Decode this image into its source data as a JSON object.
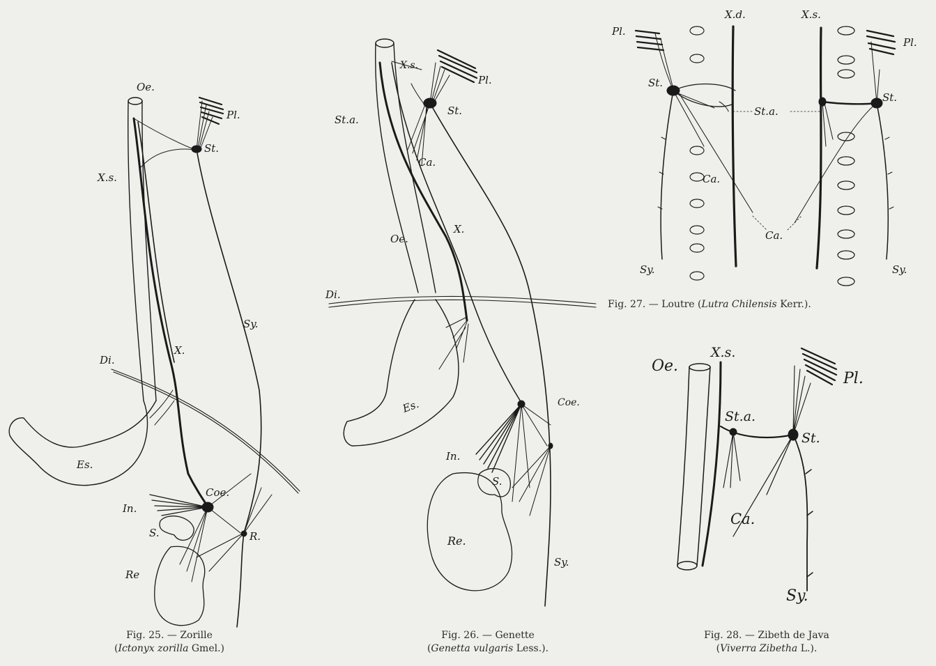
{
  "figures": {
    "fig25": {
      "caption_line1": "Fig. 25. — Zorille",
      "caption_species": "Ictonyx zorilla",
      "caption_author": " Gmel.)",
      "labels": {
        "oe": "Oe.",
        "pl": "Pl.",
        "st": "St.",
        "xs": "X.s.",
        "sy": "Sy.",
        "x": "X.",
        "di": "Di.",
        "es": "Es.",
        "coe": "Coe.",
        "in": "In.",
        "s": "S.",
        "r": "R.",
        "re": "Re"
      }
    },
    "fig26": {
      "caption_line1": "Fig. 26. — Genette",
      "caption_species": "Genetta vulgaris",
      "caption_author": " Less.).",
      "labels": {
        "xs": "X.s.",
        "pl": "Pl.",
        "sta": "St.a.",
        "st": "St.",
        "ca": "Ca.",
        "oe": "Oe.",
        "x": "X.",
        "di": "Di.",
        "es": "Es.",
        "coe": "Coe.",
        "in": "In.",
        "s": "S.",
        "re": "Re.",
        "sy": "Sy."
      }
    },
    "fig27": {
      "caption_line1": "Fig. 27. — Loutre (",
      "caption_species": "Lutra Chilensis",
      "caption_author": " Kerr.).",
      "labels": {
        "pl_left": "Pl.",
        "xd": "X.d.",
        "xs": "X.s.",
        "pl_right": "Pl.",
        "st_left": "St.",
        "sta": "St.a.",
        "st_right": "St.",
        "ca_top": "Ca.",
        "ca_bottom": "Ca.",
        "sy_left": "Sy.",
        "sy_right": "Sy."
      }
    },
    "fig28": {
      "caption_line1": "Fig. 28. — Zibeth de Java",
      "caption_species": "Viverra Zibetha",
      "caption_author": " L.).",
      "labels": {
        "oe": "Oe.",
        "xs": "X.s.",
        "pl": "Pl.",
        "sta": "St.a.",
        "st": "St.",
        "ca": "Ca.",
        "sy": "Sy."
      }
    }
  },
  "colors": {
    "paper": "#efefeb",
    "ink": "#1a1a1a"
  }
}
